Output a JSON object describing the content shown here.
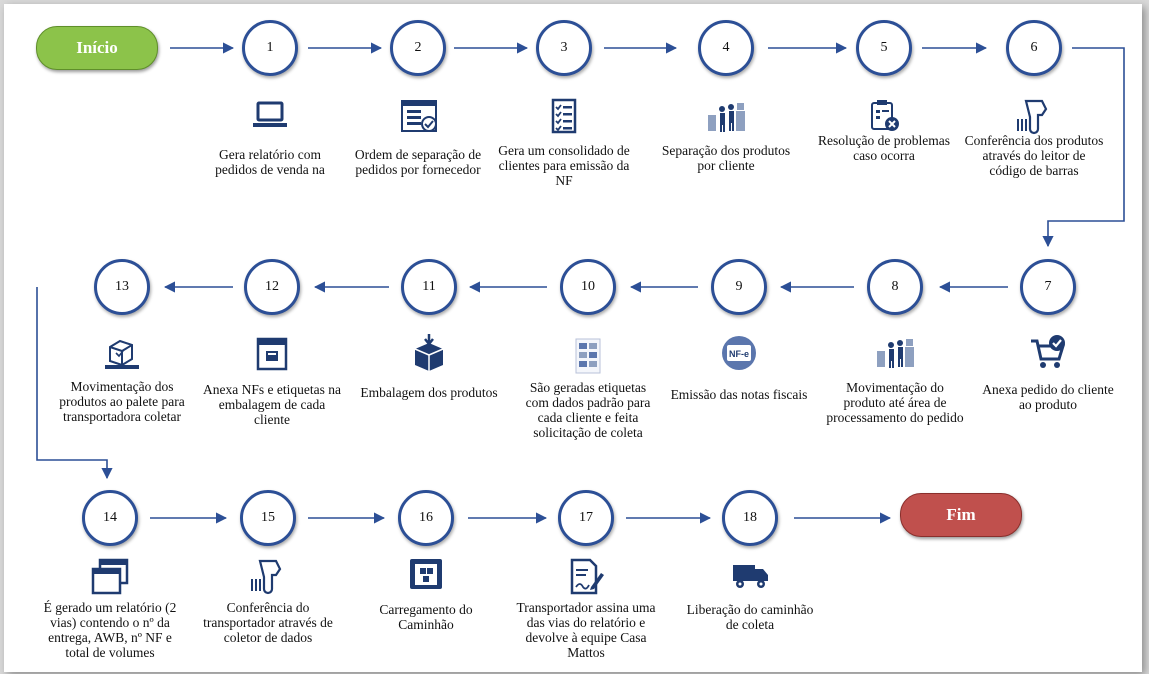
{
  "start_label": "Início",
  "end_label": "Fim",
  "colors": {
    "circle_border": "#2c4f96",
    "arrow": "#2c4f96",
    "start_fill": "#8cc34a",
    "end_fill": "#c0504d",
    "icon": "#1f3b70"
  },
  "steps": [
    {
      "num": "1",
      "caption": "Gera relatório com pedidos de venda na",
      "icon": "laptop-icon"
    },
    {
      "num": "2",
      "caption": "Ordem de separação de pedidos por fornecedor",
      "icon": "checklist-window-icon"
    },
    {
      "num": "3",
      "caption": "Gera um consolidado de clientes para emissão da NF",
      "icon": "checklist-icon"
    },
    {
      "num": "4",
      "caption": "Separação dos produtos por cliente",
      "icon": "warehouse-workers-icon"
    },
    {
      "num": "5",
      "caption": "Resolução de problemas caso ocorra",
      "icon": "clipboard-error-icon"
    },
    {
      "num": "6",
      "caption": "Conferência dos produtos através do leitor de código de barras",
      "icon": "barcode-scanner-icon"
    },
    {
      "num": "7",
      "caption": "Anexa pedido do cliente ao produto",
      "icon": "cart-check-icon"
    },
    {
      "num": "8",
      "caption": "Movimentação do produto até área de processamento do pedido",
      "icon": "warehouse-workers-icon"
    },
    {
      "num": "9",
      "caption": "Emissão das notas fiscais",
      "icon": "nfe-icon"
    },
    {
      "num": "10",
      "caption": "São geradas etiquetas com dados padrão para cada cliente e feita solicitação de coleta",
      "icon": "labels-sheet-icon"
    },
    {
      "num": "11",
      "caption": "Embalagem dos produtos",
      "icon": "box-icon"
    },
    {
      "num": "12",
      "caption": "Anexa NFs e etiquetas na embalagem de cada cliente",
      "icon": "package-label-icon"
    },
    {
      "num": "13",
      "caption": "Movimentação dos produtos ao palete para transportadora coletar",
      "icon": "pallet-box-icon"
    },
    {
      "num": "14",
      "caption": "É gerado um relatório (2 vias) contendo o nº da entrega, AWB, nº NF e total de volumes",
      "icon": "windows-icon"
    },
    {
      "num": "15",
      "caption": "Conferência do transportador através de coletor de dados",
      "icon": "barcode-scanner-icon"
    },
    {
      "num": "16",
      "caption": "Carregamento do Caminhão",
      "icon": "truck-loading-icon"
    },
    {
      "num": "17",
      "caption": "Transportador assina uma das vias do relatório e devolve à equipe Casa Mattos",
      "icon": "sign-document-icon"
    },
    {
      "num": "18",
      "caption": "Liberação do caminhão de coleta",
      "icon": "truck-icon"
    }
  ]
}
